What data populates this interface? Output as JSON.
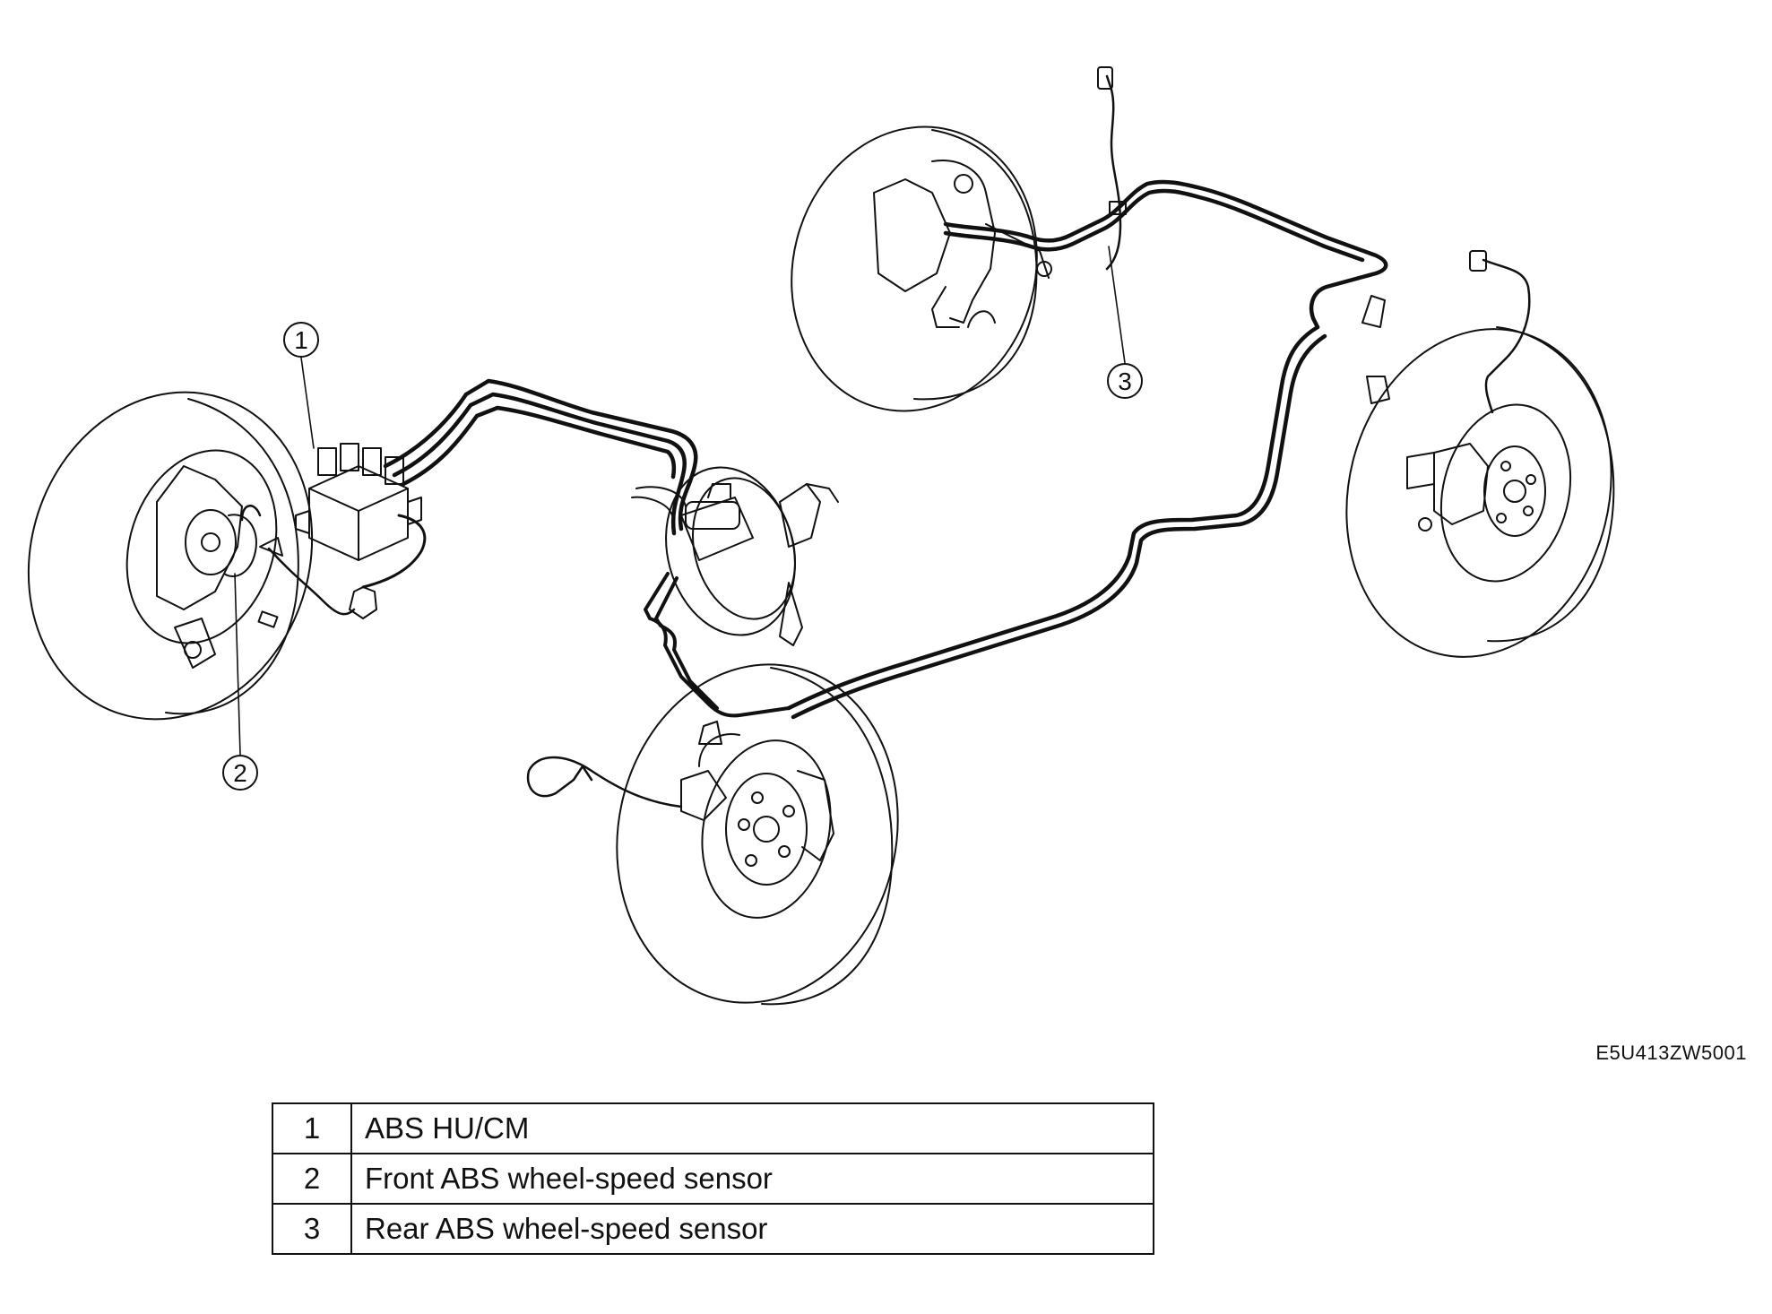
{
  "diagram": {
    "callouts": [
      {
        "number": "1"
      },
      {
        "number": "2"
      },
      {
        "number": "3"
      }
    ],
    "figure_code": "E5U413ZW5001"
  },
  "legend": {
    "rows": [
      {
        "number": "1",
        "label": "ABS HU/CM"
      },
      {
        "number": "2",
        "label": "Front ABS wheel-speed sensor"
      },
      {
        "number": "3",
        "label": "Rear ABS wheel-speed sensor"
      }
    ]
  }
}
